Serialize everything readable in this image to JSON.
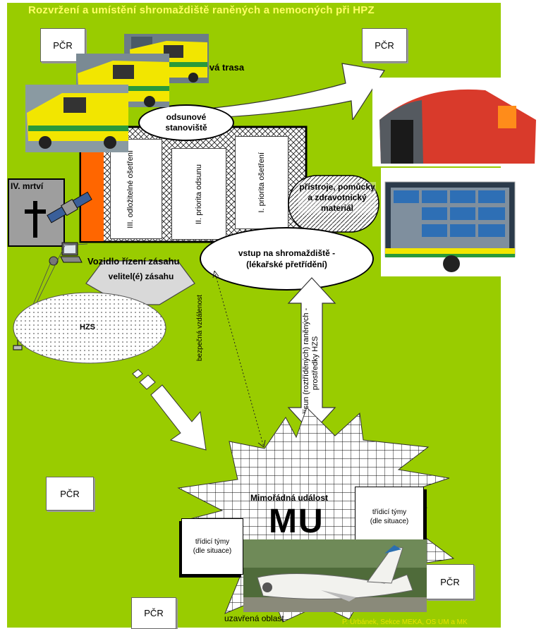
{
  "title": "Rozvržení a umístění shromaždiště raněných a nemocných při HPZ",
  "colors": {
    "background": "#99cc00",
    "title": "#ffff66",
    "orange": "#ff6600",
    "tent": "#d93a2b",
    "ambulance": "#f2e600"
  },
  "police_label": "PČR",
  "route_label": "odsunová trasa",
  "evac_station": "odsunové stanoviště",
  "zones": {
    "delayed": "III. odložitelné ošetření",
    "priority2": "II. priorita odsunu",
    "priority1": "I. priorita ošetření"
  },
  "dead": "IV. mrtví",
  "cross_icon": "cross-icon",
  "equipment": "přístroje, pomůcky a zdravotnický materiál",
  "entry": "vstup na shromaždiště - (lékařské přetřídění)",
  "command_vehicle": "Vozidlo řízení zásahu",
  "commander": "velitel(é) zásahu",
  "fire_service": "HZS",
  "safe_distance": "bezpečná vzdálenost",
  "transport": "přísun (roztříděných) raněných - prostředky HZS",
  "incident": "Mimořádná událost",
  "mu": "MU",
  "triage_teams": "třídicí týmy (dle situace)",
  "closed_area": "uzavřená oblast",
  "credit": "P. Urbánek, Sekce MEKA, OS UM a MK"
}
